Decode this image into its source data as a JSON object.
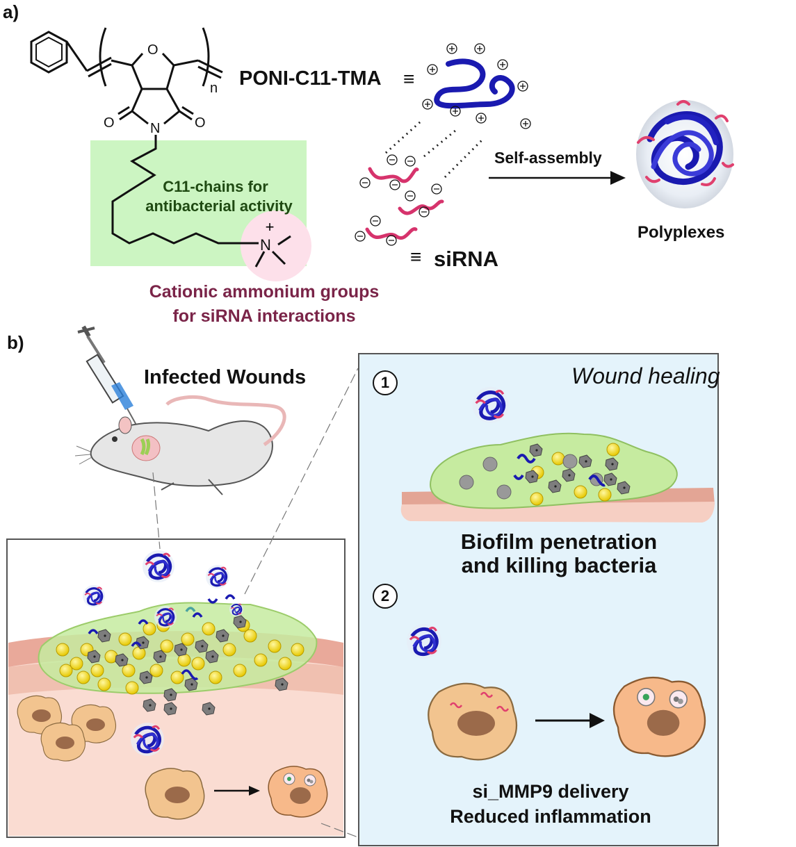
{
  "panel_a": {
    "label": "a)",
    "subscript_n": "n",
    "atom_o": "O",
    "carbonyl_left": "O",
    "carbonyl_right": "O",
    "atom_n": "N",
    "ammonium_n": "N",
    "ammonium_charge": "+",
    "polymer_name": "PONI-C11-TMA",
    "equiv_polymer": "≡",
    "c11_line1": "C11-chains for",
    "c11_line2": "antibacterial activity",
    "cationic_line1": "Cationic ammonium groups",
    "cationic_line2": "for siRNA interactions",
    "equiv_sirna": "≡",
    "sirna_label": "siRNA",
    "self_assembly": "Self-assembly",
    "polyplexes": "Polyplexes",
    "colors": {
      "polymer_blue": "#1a1ab0",
      "sirna_pink": "#d6336c",
      "green_box": "#ccf5c2",
      "pink_circle": "#fde0ea",
      "cationic_text": "#7a2448",
      "c11_text": "#1f4a12"
    }
  },
  "panel_b": {
    "label": "b)",
    "infected_wounds": "Infected Wounds",
    "wound_healing": "Wound healing",
    "step1_number": "1",
    "step1_line1": "Biofilm penetration",
    "step1_line2": "and killing bacteria",
    "step2_number": "2",
    "step2_line1": "si_MMP9 delivery",
    "step2_line2": "Reduced inflammation",
    "colors": {
      "right_box_bg": "#e4f3fb",
      "biofilm": "#c6eba0",
      "bacteria_yellow": "#f5e12a",
      "bacteria_gray": "#8a8a8a",
      "skin_pink": "#f6d4c8",
      "cell_tan": "#f2c48f",
      "cell_orange": "#f7b98a"
    }
  }
}
